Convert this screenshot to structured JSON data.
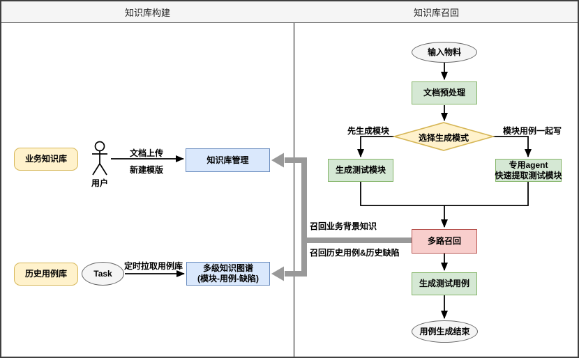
{
  "header": {
    "left": "知识库构建",
    "right": "知识库召回"
  },
  "construction": {
    "business_kb": "业务知识库",
    "user_label": "用户",
    "edge_doc_upload": "文档上传",
    "edge_new_template": "新建模版",
    "kb_management": "知识库管理",
    "history_case_lib": "历史用例库",
    "task_node": "Task",
    "edge_scheduled_pull": "定时拉取用例库",
    "graph_line1": "多级知识图谱",
    "graph_line2": "(模块-用例-缺陷)"
  },
  "recall": {
    "start": "输入物料",
    "preprocess": "文档预处理",
    "decision": "选择生成模式",
    "edge_left": "先生成模块",
    "edge_right": "模块用例一起写",
    "gen_module": "生成测试模块",
    "agent_line1": "专用agent",
    "agent_line2": "快速提取测试模块",
    "multi_recall": "多路召回",
    "edge_recall_bg": "召回业务背景知识",
    "edge_recall_history": "召回历史用例&历史缺陷",
    "gen_case": "生成测试用例",
    "end": "用例生成结束"
  },
  "colors": {
    "yellow_fill": "#FFF2CC",
    "yellow_stroke": "#D6B656",
    "blue_fill": "#DAE8FC",
    "blue_stroke": "#6C8EBF",
    "green_fill": "#D5E8D4",
    "green_stroke": "#82B366",
    "red_fill": "#F8CECC",
    "red_stroke": "#B85450",
    "gray_fill": "#F5F5F5",
    "gray_stroke": "#666666",
    "thick_arrow": "#999999",
    "connector": "#000000",
    "header_bg": "#F5F5F5"
  }
}
